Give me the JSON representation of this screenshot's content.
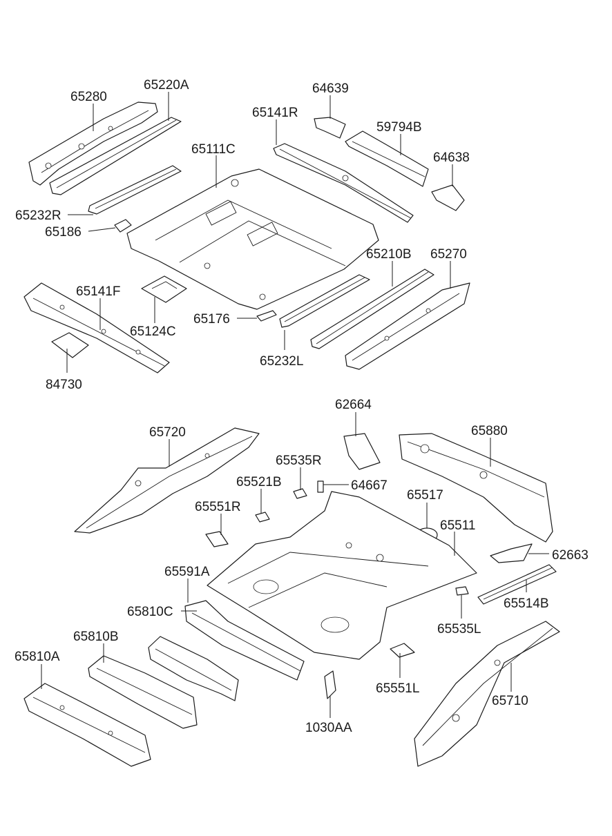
{
  "labels": {
    "p65280": "65280",
    "p65220A": "65220A",
    "p64639": "64639",
    "p65141R": "65141R",
    "p59794B": "59794B",
    "p64638": "64638",
    "p65111C": "65111C",
    "p65232R": "65232R",
    "p65186": "65186",
    "p65210B": "65210B",
    "p65270": "65270",
    "p65141F": "65141F",
    "p65124C": "65124C",
    "p65176": "65176",
    "p65232L": "65232L",
    "p84730": "84730",
    "p62664": "62664",
    "p65720": "65720",
    "p65880": "65880",
    "p65535R": "65535R",
    "p65521B": "65521B",
    "p64667": "64667",
    "p65517": "65517",
    "p65551R": "65551R",
    "p65511": "65511",
    "p62663": "62663",
    "p65591A": "65591A",
    "p65514B": "65514B",
    "p65810C": "65810C",
    "p65535L": "65535L",
    "p65810B": "65810B",
    "p65810A": "65810A",
    "p65551L": "65551L",
    "p65710": "65710",
    "p1030AA": "1030AA"
  }
}
